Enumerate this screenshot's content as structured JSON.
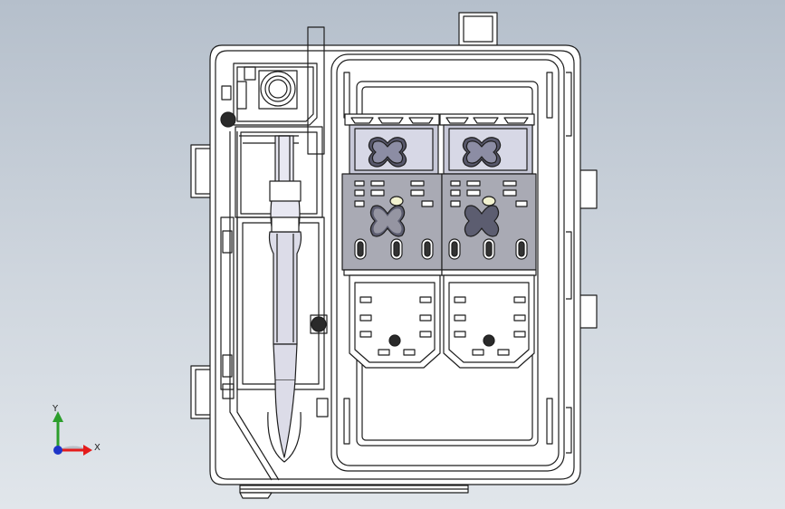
{
  "colors": {
    "background_top": "#b5bfcb",
    "background_bottom": "#e1e6eb",
    "part_fill": "#ffffff",
    "outline": "#1e1e1e",
    "clip_fill": "#c7c8d8",
    "block_fill": "#a9aab4",
    "axis_x": "#e41b1b",
    "axis_y": "#2c9e2c",
    "axis_origin": "#1e35c8"
  },
  "view": {
    "type": "cad-orthographic-front",
    "components": [
      "frame",
      "hinge-arm",
      "connector-module-left",
      "connector-module-right",
      "window-cutout"
    ]
  },
  "triad": {
    "x_label": "X",
    "y_label": "Y"
  }
}
